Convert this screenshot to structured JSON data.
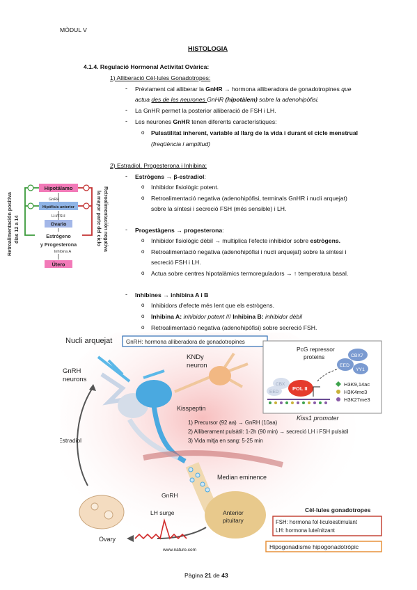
{
  "header": {
    "module": "MÒDUL V"
  },
  "page_title": "HISTOLOGIA",
  "section_title": "4.1.4. Regulació Hormonal Activitat Ovàrica:",
  "s1": {
    "heading": "1)  Alliberació Cèl·lules Gonadotropes:",
    "b1_a": "Prèviament cal alliberar la ",
    "b1_b": "GnHR",
    "b1_c": " → hormona alliberadora de gonadotropines ",
    "b1_d": "que",
    "b1_e": "actua ",
    "b1_f": "des de les neurones ",
    "b1_g": "GnHR ",
    "b1_h": "(hipotàlem)",
    "b1_i": " sobre la adenohipòfisi.",
    "b2": "La GnHR permet la posterior alliberació de FSH i LH.",
    "b3_a": "Les neurones ",
    "b3_b": "GnHR",
    "b3_c": " tenen diferents característiques:",
    "sub1_a": "Pulsatilitat inherent, variable al llarg de la vida i durant el cicle menstrual",
    "sub1_b": "(freqüència i amplitud)"
  },
  "s2": {
    "heading": "2)  Estradiol, Progesterona i Inhibina:",
    "estr_a": "Estrògens",
    "estr_b": " → β-estradiol",
    "estr_c": ":",
    "e1": "Inhibidor fisiològic potent.",
    "e2_l1": "Retroalimentació negativa (adenohipòfisi, terminals GnHR i nucli arquejat)",
    "e2_l2": "sobre la síntesi i secreció FSH (més sensible) i LH.",
    "prog_a": "Progestàgens",
    "prog_b": " → progesterona",
    "prog_c": ":",
    "p1_a": "Inhibidor fisiològic dèbil → multiplica l'efecte inhibidor sobre ",
    "p1_b": "estrògens.",
    "p2_l1": "Retroalimentació negativa (adenohipòfisi i nucli arquejat) sobre la síntesi i",
    "p2_l2": "secreció FSH i LH.",
    "p3": "Actua sobre centres hipotalàmics termoreguladors → ↑ temperatura basal.",
    "inh_a": "Inhibines",
    "inh_b": " → inhibina A i B",
    "i1": "Inhibidors d'efecte més lent que els estrògens.",
    "i2_a": "Inhibina A:",
    "i2_b": " inhibidor potent",
    "i2_c": " /// ",
    "i2_d": "Inhibina B:",
    "i2_e": " inhibidor dèbil",
    "i3": "Retroalimentació negativa (adenohipòfisi) sobre secreció FSH."
  },
  "small_diagram": {
    "left_label_1": "Retroalimentación positiva",
    "left_label_2": "días 12 a 14",
    "right_label_1": "Retroalimentación negativa",
    "right_label_2": "la mayor parte del ciclo",
    "box1": "Hipotálamo",
    "box2": "GnRH",
    "box3": "Hipófisis anterior",
    "box4": "LH/FSH",
    "box5": "Ovario",
    "box6": "Estrógeno",
    "box7": "y Progesterona",
    "box8": "Inhibina A",
    "box9": "Útero"
  },
  "big_diagram": {
    "nucli": "Nucli arquejat",
    "gnrh_box": "GnRH: hormona alliberadora de gonadotropines",
    "gnrh_neurons_1": "GnRH",
    "gnrh_neurons_2": "neurons",
    "kndy_1": "KNDy",
    "kndy_2": "neuron",
    "kisspeptin": "Kisspeptin",
    "pcg_1": "PcG repressor",
    "pcg_2": "proteins",
    "cbx7": "CBX7",
    "eed": "EED",
    "yy1": "YY1",
    "pol2": "POL II",
    "cbx_bg": "CBX",
    "eed_bg": "EED",
    "h1": "H3K9,14ac",
    "h2": "H3K4me3",
    "h3": "H3K27me3",
    "kiss1": "Kiss1 promoter",
    "n1": "1)    Precursor (92 aa) → GnRH (10aa)",
    "n2": "2)    Alliberament pulsàtil: 1-2h (90 min) → secreció LH i FSH pulsàtil",
    "n3": "3)    Vida mitja en sang: 5-25 min",
    "estradiol": "Estradiol",
    "median": "Median eminence",
    "gnrh": "GnRH",
    "anterior_1": "Anterior",
    "anterior_2": "pituitary",
    "lh_surge": "LH surge",
    "ovary": "Ovary",
    "url": "www.nature.com",
    "cel_title": "Cèl·lules gonadotropes",
    "fsh": "FSH: hormona fol·liculoestimulant",
    "lh": "LH: hormona luteïnitzant",
    "hipo": "Hipogonadisme hipogonadotròpic"
  },
  "footer": {
    "pre": "Pàgina ",
    "page": "21",
    "mid": " de ",
    "total": "43"
  },
  "colors": {
    "red_border": "#c0392b",
    "blue_border": "#2f6fb5",
    "orange_border": "#e58a2e",
    "pink_box": "#f06ab0"
  }
}
